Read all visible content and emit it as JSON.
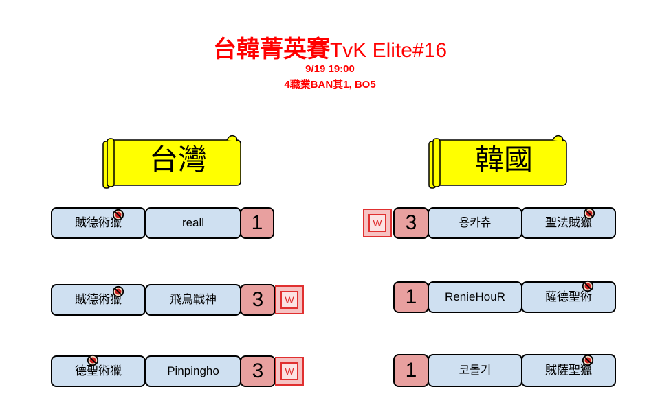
{
  "header": {
    "title_cn": "台韓菁英賽",
    "title_en": "TvK Elite#16",
    "datetime": "9/19 19:00",
    "rules": "4職業BAN其1, BO5"
  },
  "teams": {
    "left": {
      "name": "台灣"
    },
    "right": {
      "name": "韓國"
    }
  },
  "matches": [
    {
      "left_class": "賊德術獵",
      "left_player": "reall",
      "left_score": "1",
      "right_score": "3",
      "right_player": "용카츄",
      "right_class": "聖法賊獵",
      "winner": "right"
    },
    {
      "left_class": "賊德術獵",
      "left_player": "飛鳥戰神",
      "left_score": "3",
      "right_score": "1",
      "right_player": "RenieHouR",
      "right_class": "薩德聖術",
      "winner": "left"
    },
    {
      "left_class": "德聖術獵",
      "left_player": "Pinpingho",
      "left_score": "3",
      "right_score": "1",
      "right_player": "코돌기",
      "right_class": "賊薩聖獵",
      "winner": "left"
    }
  ],
  "win_label": "W",
  "icons": {
    "ban": "ban-icon",
    "win": "win-badge"
  },
  "colors": {
    "accent": "#ff0000",
    "banner": "#ffff00",
    "cell": "#cfe0f1",
    "score": "#e8a09f",
    "win": "#e03030"
  }
}
